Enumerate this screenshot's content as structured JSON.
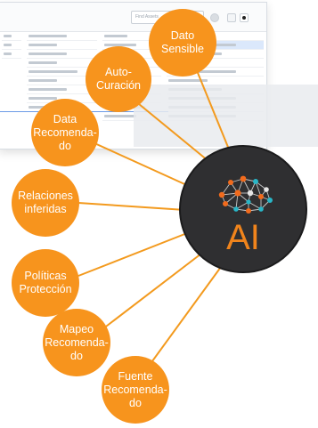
{
  "screenshot": {
    "search_placeholder": "Find Assets"
  },
  "hub": {
    "label": "AI",
    "icon": "neural-network-brain-icon",
    "colors": {
      "background": "#2f2f31",
      "accent": "#f0841c",
      "node_orange": "#f26b1d",
      "node_teal": "#29b6c7",
      "node_white": "#e6e6e6"
    }
  },
  "connector_color": "#f39a1e",
  "bubble_color": "#f7941d",
  "features": [
    {
      "id": "dato-sensible",
      "label": "Dato\nSensible"
    },
    {
      "id": "auto-curacion",
      "label": "Auto-\nCuración"
    },
    {
      "id": "data-recomendado",
      "label": "Data\nRecomenda-\ndo"
    },
    {
      "id": "relaciones-inferidas",
      "label": "Relaciones\ninferidas"
    },
    {
      "id": "politicas-proteccion",
      "label": "Políticas\nProtección"
    },
    {
      "id": "mapeo-recomendado",
      "label": "Mapeo\nRecomenda-\ndo"
    },
    {
      "id": "fuente-recomendado",
      "label": "Fuente\nRecomenda-\ndo"
    }
  ]
}
